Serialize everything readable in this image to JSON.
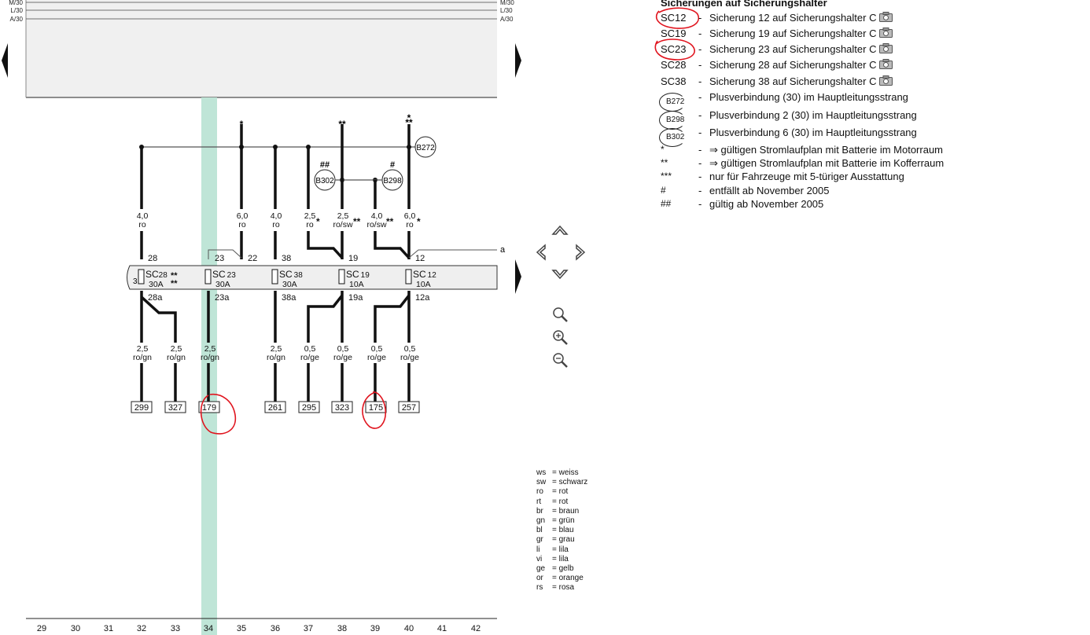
{
  "header_labels": [
    "M/30",
    "L/30",
    "A/30"
  ],
  "column_numbers": [
    "29",
    "30",
    "31",
    "32",
    "33",
    "34",
    "35",
    "36",
    "37",
    "38",
    "39",
    "40",
    "41",
    "42"
  ],
  "highlighted_column": "34",
  "fuses": [
    {
      "code": "SC",
      "num": "28",
      "rating": "30A",
      "marks": "**"
    },
    {
      "code": "SC",
      "num": "23",
      "rating": "30A",
      "marks": ""
    },
    {
      "code": "SC",
      "num": "38",
      "rating": "30A",
      "marks": ""
    },
    {
      "code": "SC",
      "num": "19",
      "rating": "10A",
      "marks": ""
    },
    {
      "code": "SC",
      "num": "12",
      "rating": "10A",
      "marks": ""
    }
  ],
  "upper_pins": [
    "28",
    "23",
    "22",
    "38",
    "19",
    "12"
  ],
  "lower_pins": [
    "28a",
    "23a",
    "38a",
    "19a",
    "12a"
  ],
  "upper_wires": [
    {
      "size": "4,0",
      "color": "ro",
      "mark": ""
    },
    {
      "size": "6,0",
      "color": "ro",
      "mark": ""
    },
    {
      "size": "4,0",
      "color": "ro",
      "mark": ""
    },
    {
      "size": "2,5",
      "color": "ro",
      "mark": "*"
    },
    {
      "size": "2,5",
      "color": "ro/sw",
      "mark": "**"
    },
    {
      "size": "4,0",
      "color": "ro/sw",
      "mark": "**"
    },
    {
      "size": "6,0",
      "color": "ro",
      "mark": "*"
    }
  ],
  "top_marks": [
    "*",
    "**",
    "**"
  ],
  "connector_labels": {
    "b272": "B272",
    "b302": "B302",
    "b298": "B298",
    "b302_mark": "##",
    "b298_mark": "#"
  },
  "side_label": "a",
  "fuse_side_label": "3",
  "lower_wires": [
    {
      "size": "2,5",
      "color": "ro/gn",
      "target": "299"
    },
    {
      "size": "2,5",
      "color": "ro/gn",
      "target": "327"
    },
    {
      "size": "2,5",
      "color": "ro/gn",
      "target": "179"
    },
    {
      "size": "2,5",
      "color": "ro/gn",
      "target": "261"
    },
    {
      "size": "0,5",
      "color": "ro/ge",
      "target": "295"
    },
    {
      "size": "0,5",
      "color": "ro/ge",
      "target": "323"
    },
    {
      "size": "0,5",
      "color": "ro/ge",
      "target": "175"
    },
    {
      "size": "0,5",
      "color": "ro/ge",
      "target": "257"
    }
  ],
  "legend": {
    "title": "Sicherungen auf Sicherungshalter",
    "fuse_items": [
      {
        "code": "SC12",
        "desc": "Sicherung 12 auf Sicherungshalter C"
      },
      {
        "code": "SC19",
        "desc": "Sicherung 19 auf Sicherungshalter C"
      },
      {
        "code": "SC23",
        "desc": "Sicherung 23 auf Sicherungshalter C"
      },
      {
        "code": "SC28",
        "desc": "Sicherung 28 auf Sicherungshalter C"
      },
      {
        "code": "SC38",
        "desc": "Sicherung 38 auf Sicherungshalter C"
      }
    ],
    "connector_items": [
      {
        "code": "B272",
        "desc": "Plusverbindung (30) im Hauptleitungsstrang"
      },
      {
        "code": "B298",
        "desc": "Plusverbindung 2 (30) im Hauptleitungsstrang"
      },
      {
        "code": "B302",
        "desc": "Plusverbindung 6 (30) im Hauptleitungsstrang"
      }
    ],
    "notes": [
      {
        "sym": "*",
        "desc": "⇒ gültigen Stromlaufplan mit Batterie im Motorraum"
      },
      {
        "sym": "**",
        "desc": "⇒ gültigen Stromlaufplan mit Batterie im Kofferraum"
      },
      {
        "sym": "***",
        "desc": "nur für Fahrzeuge mit 5-türiger Ausstattung"
      },
      {
        "sym": "#",
        "desc": "entfällt ab November 2005"
      },
      {
        "sym": "##",
        "desc": "gültig ab November 2005"
      }
    ],
    "dash": "-"
  },
  "color_codes": [
    {
      "abbr": "ws",
      "name": "weiss"
    },
    {
      "abbr": "sw",
      "name": "schwarz"
    },
    {
      "abbr": "ro",
      "name": "rot"
    },
    {
      "abbr": "rt",
      "name": "rot"
    },
    {
      "abbr": "br",
      "name": "braun"
    },
    {
      "abbr": "gn",
      "name": "grün"
    },
    {
      "abbr": "bl",
      "name": "blau"
    },
    {
      "abbr": "gr",
      "name": "grau"
    },
    {
      "abbr": "li",
      "name": "lila"
    },
    {
      "abbr": "vi",
      "name": "lila"
    },
    {
      "abbr": "ge",
      "name": "gelb"
    },
    {
      "abbr": "or",
      "name": "orange"
    },
    {
      "abbr": "rs",
      "name": "rosa"
    }
  ],
  "color_eq": "=",
  "colors": {
    "highlight": "#bfe5d7",
    "annotation": "#e0141e",
    "wire": "#111111",
    "fuse_bar": "#efefef",
    "header_bg": "#f0f0f0"
  }
}
